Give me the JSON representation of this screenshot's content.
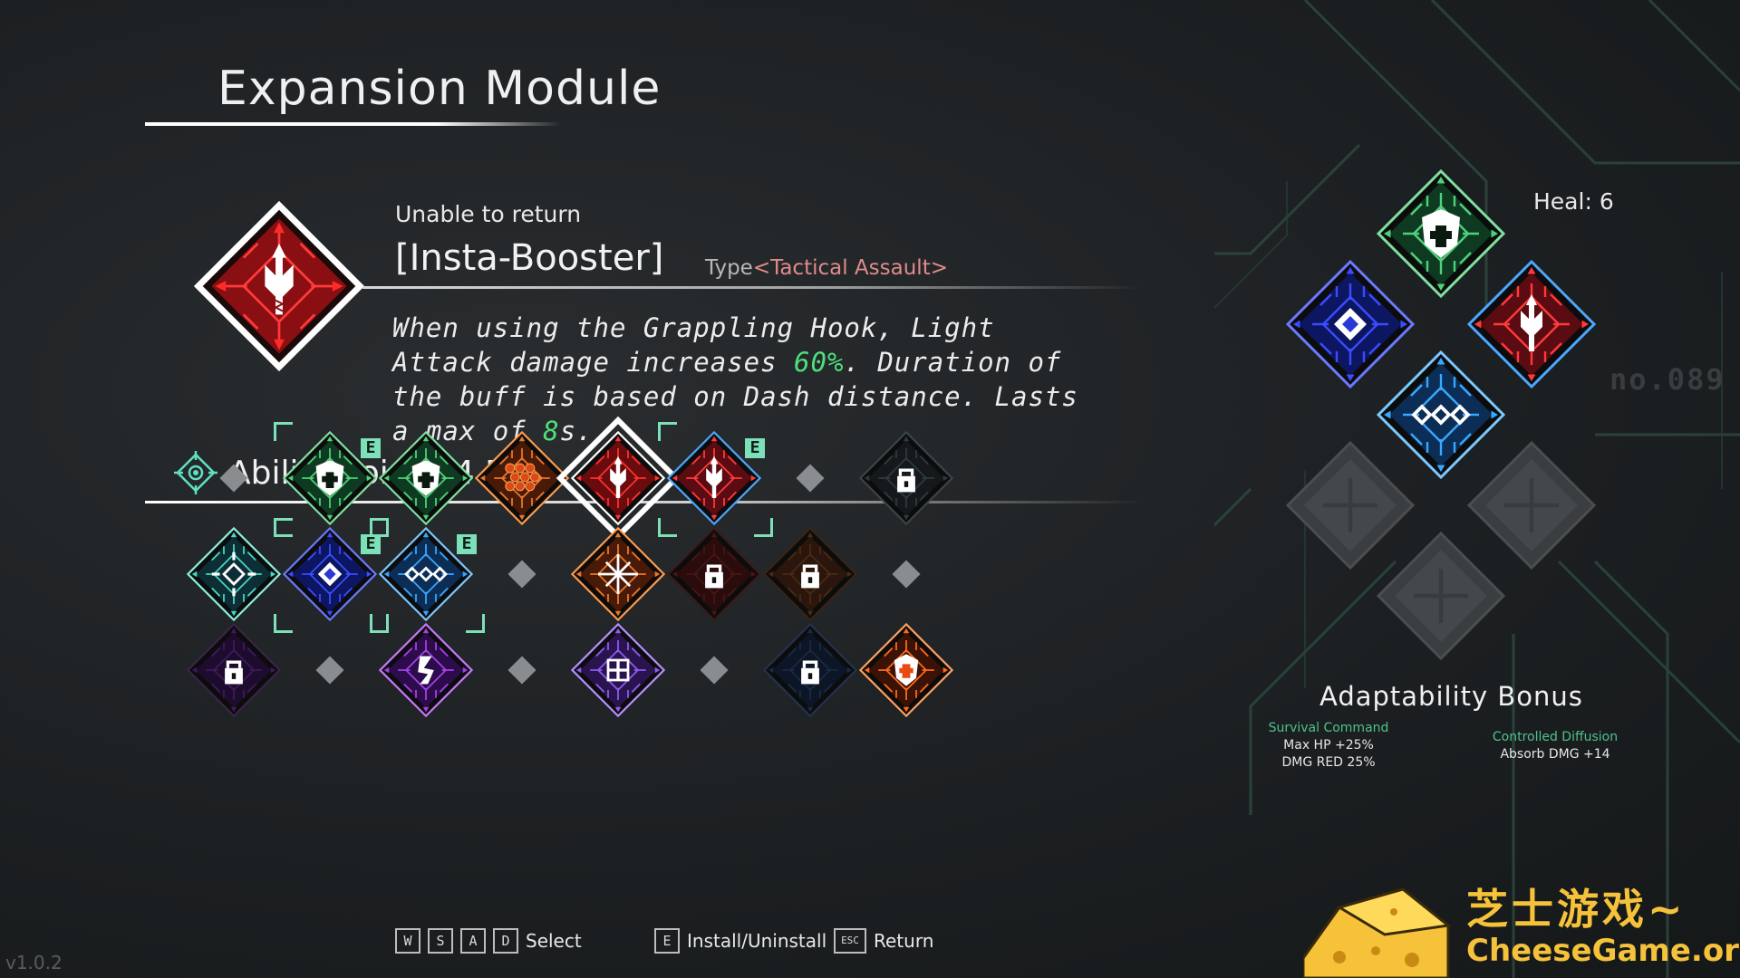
{
  "header": {
    "title": "Expansion Module"
  },
  "selected_module": {
    "status": "Unable to return",
    "name": "[Insta-Booster]",
    "type_label": "Type",
    "type_value": "<Tactical Assault>",
    "desc_parts": [
      "When using the Grappling Hook, Light Attack damage increases ",
      "60%",
      ". Duration of the buff is based on Dash distance. Lasts a max of ",
      "8",
      "s."
    ]
  },
  "ability_point": {
    "label": "Ability Point : 4 Pt"
  },
  "grid": {
    "rows": [
      [
        {
          "kind": "empty"
        },
        {
          "kind": "module",
          "theme": "green",
          "glyph": "shield",
          "equipped": true
        },
        {
          "kind": "module",
          "theme": "green",
          "glyph": "shield",
          "equipped": false
        },
        {
          "kind": "module",
          "theme": "orange",
          "glyph": "hex",
          "equipped": false
        },
        {
          "kind": "module",
          "theme": "red",
          "glyph": "booster",
          "equipped": false,
          "selected": true
        },
        {
          "kind": "module",
          "theme": "redblue",
          "glyph": "booster",
          "equipped": true
        },
        {
          "kind": "empty"
        },
        {
          "kind": "module",
          "theme": "lockgray",
          "glyph": "lock",
          "equipped": false
        }
      ],
      [
        {
          "kind": "module",
          "theme": "teal",
          "glyph": "cross",
          "equipped": false
        },
        {
          "kind": "module",
          "theme": "blue",
          "glyph": "diamond",
          "equipped": true
        },
        {
          "kind": "module",
          "theme": "lightblue",
          "glyph": "triple",
          "equipped": true
        },
        {
          "kind": "empty"
        },
        {
          "kind": "module",
          "theme": "orange",
          "glyph": "star",
          "equipped": false
        },
        {
          "kind": "module",
          "theme": "lockred",
          "glyph": "lock",
          "equipped": false
        },
        {
          "kind": "module",
          "theme": "lockbrown",
          "glyph": "lock",
          "equipped": false
        },
        {
          "kind": "empty"
        }
      ],
      [
        {
          "kind": "module",
          "theme": "lockpurple",
          "glyph": "lock",
          "equipped": false
        },
        {
          "kind": "empty"
        },
        {
          "kind": "module",
          "theme": "purple",
          "glyph": "swirl",
          "equipped": false
        },
        {
          "kind": "empty"
        },
        {
          "kind": "module",
          "theme": "violet",
          "glyph": "plus",
          "equipped": false
        },
        {
          "kind": "empty"
        },
        {
          "kind": "module",
          "theme": "lockblue",
          "glyph": "lock",
          "equipped": false
        },
        {
          "kind": "module",
          "theme": "fire",
          "glyph": "shieldfire",
          "equipped": false
        }
      ]
    ],
    "equipped_tag": "E"
  },
  "loadout": {
    "heal": "Heal: 6",
    "serial": "no.089",
    "slots": [
      {
        "theme": "green",
        "glyph": "shield"
      },
      {
        "theme": "blue",
        "glyph": "diamond"
      },
      {
        "theme": "redblue",
        "glyph": "booster"
      },
      {
        "theme": "lightblue",
        "glyph": "triple"
      },
      {
        "theme": "empty"
      },
      {
        "theme": "empty"
      },
      {
        "theme": "empty"
      }
    ]
  },
  "adaptability": {
    "title": "Adaptability Bonus",
    "bonuses": [
      {
        "name": "Survival Command",
        "stats": [
          "Max HP +25%",
          "DMG RED 25%"
        ]
      },
      {
        "name": "Controlled Diffusion",
        "stats": [
          "Absorb DMG +14"
        ]
      }
    ]
  },
  "footer": {
    "keys_select": [
      "W",
      "S",
      "A",
      "D"
    ],
    "select_label": "Select",
    "install_key": "E",
    "install_label": "Install/Uninstall",
    "return_key": "ESC",
    "return_label": "Return"
  },
  "version": "v1.0.2",
  "watermark": {
    "cn": "芝士游戏~",
    "en": "CheeseGame.org"
  },
  "colors": {
    "green": "#4fd17a",
    "orange": "#e8792a",
    "red": "#e0262a",
    "blue": "#3a4cff",
    "lightblue": "#38a8ff",
    "teal": "#47d6c4",
    "purple": "#a440e6",
    "violet": "#8d5cf0",
    "accent": "#7ce0b8"
  }
}
